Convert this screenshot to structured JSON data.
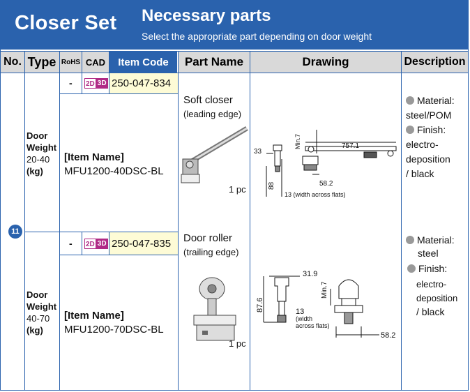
{
  "header": {
    "section_title": "Closer Set",
    "title": "Necessary parts",
    "subtitle": "Select the appropriate part depending on door weight"
  },
  "columns": {
    "no": "No.",
    "type": "Type",
    "rohs": "RoHS",
    "cad": "CAD",
    "item_code": "Item Code",
    "part_name": "Part Name",
    "drawing": "Drawing",
    "description": "Description"
  },
  "row_number": "11",
  "rows": [
    {
      "type_label": "Door",
      "type_label2": "Weight",
      "range": "20-40",
      "unit": "(kg)",
      "rohs": "-",
      "cad_2d": "2D",
      "cad_3d": "3D",
      "item_code": "250-047-834",
      "item_name_label": "[Item Name]",
      "item_name": "MFU1200-40DSC-BL",
      "part_name_line1": "Soft closer",
      "part_name_line2": "(leading edge)",
      "qty": "1 pc",
      "desc": [
        "Material:",
        "steel/POM",
        "Finish:",
        "electro-",
        "deposition",
        "/ black"
      ],
      "dims": {
        "d1": "33",
        "d2": "Min.7",
        "d3": "757.1",
        "d4": "58.2",
        "d5": "88",
        "d6": "13 (width across flats)"
      }
    },
    {
      "type_label": "Door",
      "type_label2": "Weight",
      "range": "40-70",
      "unit": "(kg)",
      "rohs": "-",
      "cad_2d": "2D",
      "cad_3d": "3D",
      "item_code": "250-047-835",
      "item_name_label": "[Item Name]",
      "item_name": "MFU1200-70DSC-BL",
      "part_name_line1": "Door roller",
      "part_name_line2": "(trailing edge)",
      "qty": "1 pc",
      "desc": [
        "Material:",
        "steel",
        "Finish:",
        "electro-",
        "deposition",
        "/ black"
      ],
      "dims": {
        "d1": "31.9",
        "d2": "Min.7",
        "d3": "87.6",
        "d4": "13",
        "d5": "(width",
        "d6": "across flats)",
        "d7": "58.2"
      }
    }
  ],
  "colors": {
    "brand": "#2a62ad",
    "code_bg": "#fdfbd6",
    "cad_badge": "#b02a86",
    "header_grey": "#d9d9d9"
  }
}
